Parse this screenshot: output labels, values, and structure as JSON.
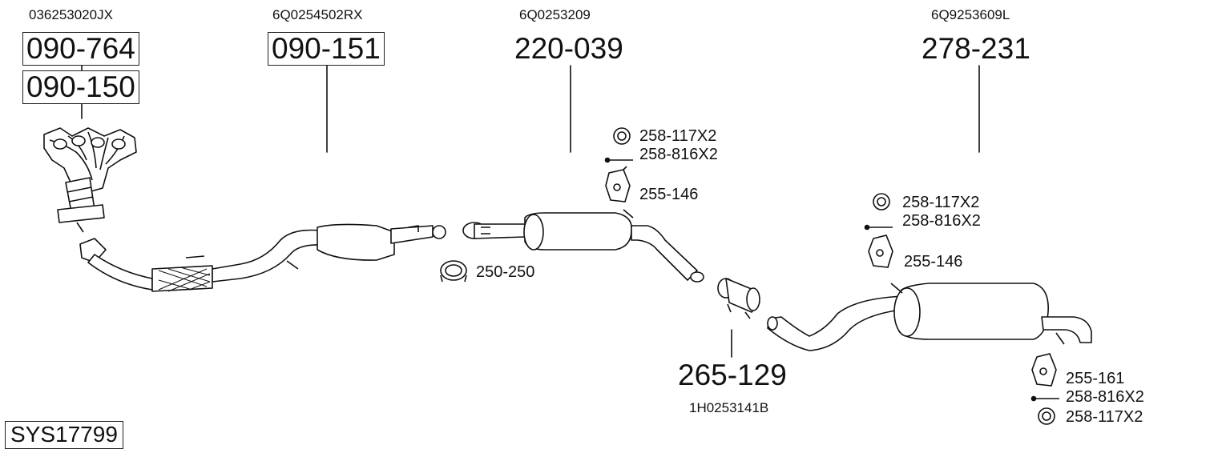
{
  "system_code": "SYS17799",
  "parts": [
    {
      "id": "090-764",
      "oe": "036253020JX"
    },
    {
      "id": "090-150"
    },
    {
      "id": "090-151",
      "oe": "6Q0254502RX"
    },
    {
      "id": "220-039",
      "oe": "6Q0253209"
    },
    {
      "id": "278-231",
      "oe": "6Q9253609L"
    },
    {
      "id": "265-129",
      "oe": "1H0253141B"
    }
  ],
  "accessories": {
    "group_front": [
      "258-117X2",
      "258-816X2",
      "255-146"
    ],
    "clamp": "250-250",
    "group_mid": [
      "258-117X2",
      "258-816X2",
      "255-146"
    ],
    "group_rear": [
      "255-161",
      "258-816X2",
      "258-117X2"
    ]
  }
}
